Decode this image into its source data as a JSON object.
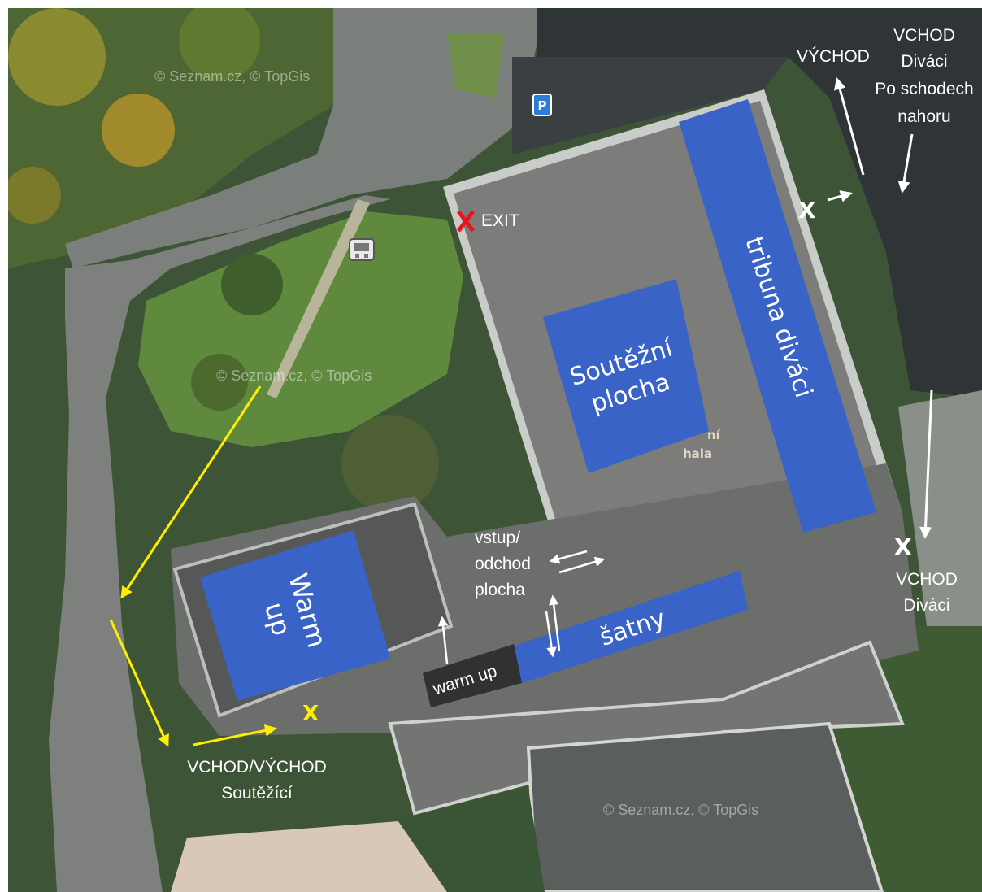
{
  "watermarks": [
    "© Seznam.cz, © TopGis",
    "© Seznam.cz, © TopGis",
    "© Seznam.cz, © TopGis"
  ],
  "map_labels": {
    "hala_line1": "ní",
    "hala_line2": "hala"
  },
  "zones": {
    "soutezni_line1": "Soutěžní",
    "soutezni_line2": "plocha",
    "tribuna": "tribuna diváci",
    "warmup_line1": "Warm",
    "warmup_line2": "up",
    "satny": "šatny"
  },
  "annotations": {
    "vychod_top": "VÝCHOD",
    "vchod_divaci_top_1": "VCHOD",
    "vchod_divaci_top_2": "Diváci",
    "vchod_divaci_top_3": "Po schodech",
    "vchod_divaci_top_4": "nahoru",
    "exit": "EXIT",
    "vstup_1": "vstup/",
    "vstup_2": "odchod",
    "vstup_3": "plocha",
    "warmup_label": "warm up",
    "vchod_divaci_bottom_1": "VCHOD",
    "vchod_divaci_bottom_2": "Diváci",
    "soutezici_1": "VCHOD/VÝCHOD",
    "soutezici_2": "Soutěžící",
    "x_mark": "X"
  },
  "colors": {
    "zone_fill": "#3a63c8",
    "competitor_route": "#ffee00",
    "exit_marker": "#e8141c",
    "spectator_route": "#ffffff"
  },
  "icons": [
    "parking-icon",
    "bus-stop-icon"
  ]
}
